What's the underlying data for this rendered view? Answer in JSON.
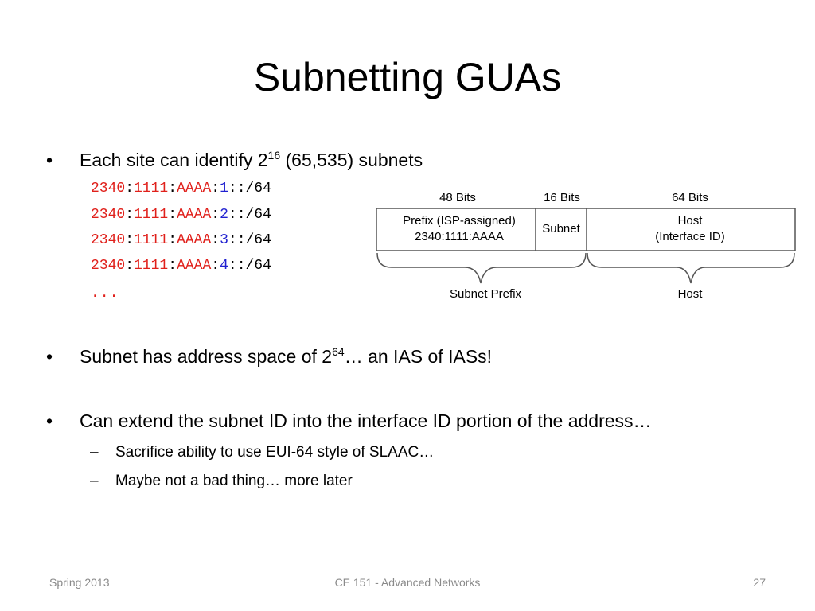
{
  "slide": {
    "title": "Subnetting GUAs",
    "bullets": [
      {
        "text_before": "Each site can identify 2",
        "sup": "16",
        "text_after": " (65,535) subnets"
      },
      {
        "text_before": "Subnet has address space of 2",
        "sup": "64",
        "text_after": "… an IAS of IASs!"
      },
      {
        "text": "Can extend the subnet ID into the interface ID portion of the address…"
      }
    ],
    "sub_bullets": [
      "Sacrifice ability to use EUI-64 style of SLAAC…",
      "Maybe not a bad thing… more later"
    ],
    "bullet_symbol": "•",
    "dash_symbol": "–",
    "addresses": [
      {
        "p1": "2340",
        "p2": "1111",
        "p3": "AAAA",
        "subnet": "1",
        "suffix": "::/64"
      },
      {
        "p1": "2340",
        "p2": "1111",
        "p3": "AAAA",
        "subnet": "2",
        "suffix": "::/64"
      },
      {
        "p1": "2340",
        "p2": "1111",
        "p3": "AAAA",
        "subnet": "3",
        "suffix": "::/64"
      },
      {
        "p1": "2340",
        "p2": "1111",
        "p3": "AAAA",
        "subnet": "4",
        "suffix": "::/64"
      }
    ],
    "colon": ":",
    "ellipsis": "...",
    "colors": {
      "red": "#e0201b",
      "blue": "#2020d0",
      "footer": "#8a8a8a"
    }
  },
  "diagram": {
    "bits_labels": [
      "48 Bits",
      "16 Bits",
      "64 Bits"
    ],
    "prefix_line1": "Prefix (ISP-assigned)",
    "prefix_line2": "2340:1111:AAAA",
    "subnet_label": "Subnet",
    "host_line1": "Host",
    "host_line2": "(Interface ID)",
    "brace_left_label": "Subnet Prefix",
    "brace_right_label": "Host"
  },
  "footer": {
    "left": "Spring 2013",
    "center": "CE 151 - Advanced Networks",
    "right": "27"
  }
}
